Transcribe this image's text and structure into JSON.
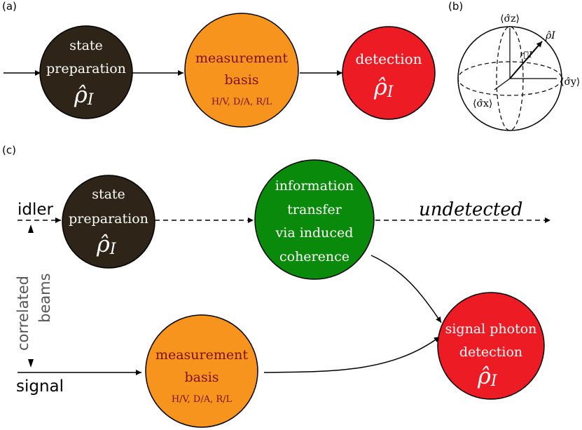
{
  "panel_labels": {
    "a": "(a)",
    "b": "(b)",
    "c": "(c)"
  },
  "colors": {
    "state_prep": "#2e2418",
    "measurement": "#f7941d",
    "detection": "#ed1c24",
    "info_transfer": "#0a8a0a",
    "white_text": "#ffffff",
    "measurement_text": "#7a1020",
    "edge": "#000000"
  },
  "panel_a": {
    "state_prep": {
      "line1": "state",
      "line2": "preparation",
      "symbol": "ρ̂",
      "subscript": "I"
    },
    "measurement": {
      "line1": "measurement",
      "line2": "basis",
      "bases": "H/V, D/A, R/L"
    },
    "detection": {
      "line1": "detection",
      "symbol": "ρ̂",
      "subscript": "I"
    }
  },
  "panel_b": {
    "sigma_z": "⟨σ̂z⟩",
    "sigma_y": "⟨σ̂y⟩",
    "sigma_x": "⟨σ̂x⟩",
    "rho": "ρ̂I",
    "r_vector": "r⃗I"
  },
  "panel_c": {
    "idler": "idler",
    "signal": "signal",
    "correlated": "correlated",
    "beams": "beams",
    "undetected": "undetected",
    "state_prep": {
      "line1": "state",
      "line2": "preparation",
      "symbol": "ρ̂",
      "subscript": "I"
    },
    "info_transfer": {
      "line1": "information",
      "line2": "transfer",
      "line3": "via induced",
      "line4": "coherence"
    },
    "measurement": {
      "line1": "measurement",
      "line2": "basis",
      "bases": "H/V, D/A, R/L"
    },
    "detection": {
      "line1": "signal photon",
      "line2": "detection",
      "symbol": "ρ̂",
      "subscript": "I"
    }
  }
}
